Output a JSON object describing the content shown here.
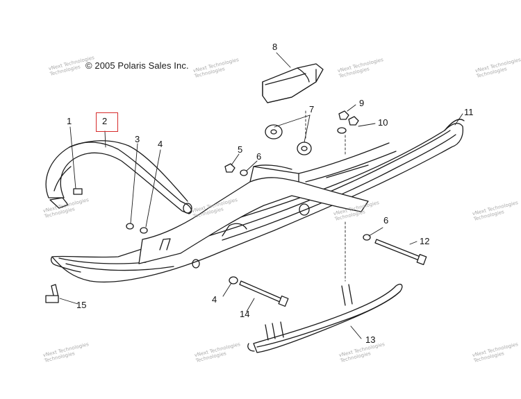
{
  "copyright": "© 2005 Polaris Sales Inc.",
  "watermark": {
    "line1": "vNext Technologies",
    "line2": "Technologies"
  },
  "callouts": [
    {
      "id": "c1",
      "label": "1"
    },
    {
      "id": "c2",
      "label": "2",
      "highlighted": true
    },
    {
      "id": "c3",
      "label": "3"
    },
    {
      "id": "c4a",
      "label": "4"
    },
    {
      "id": "c4b",
      "label": "4"
    },
    {
      "id": "c5",
      "label": "5"
    },
    {
      "id": "c6a",
      "label": "6"
    },
    {
      "id": "c6b",
      "label": "6"
    },
    {
      "id": "c7",
      "label": "7"
    },
    {
      "id": "c8",
      "label": "8"
    },
    {
      "id": "c9",
      "label": "9"
    },
    {
      "id": "c10",
      "label": "10"
    },
    {
      "id": "c11",
      "label": "11"
    },
    {
      "id": "c12",
      "label": "12"
    },
    {
      "id": "c13",
      "label": "13"
    },
    {
      "id": "c14",
      "label": "14"
    },
    {
      "id": "c15",
      "label": "15"
    }
  ],
  "colors": {
    "line": "#1a1a1a",
    "highlight": "#d62a2a",
    "shade": "#cfcfcf"
  }
}
